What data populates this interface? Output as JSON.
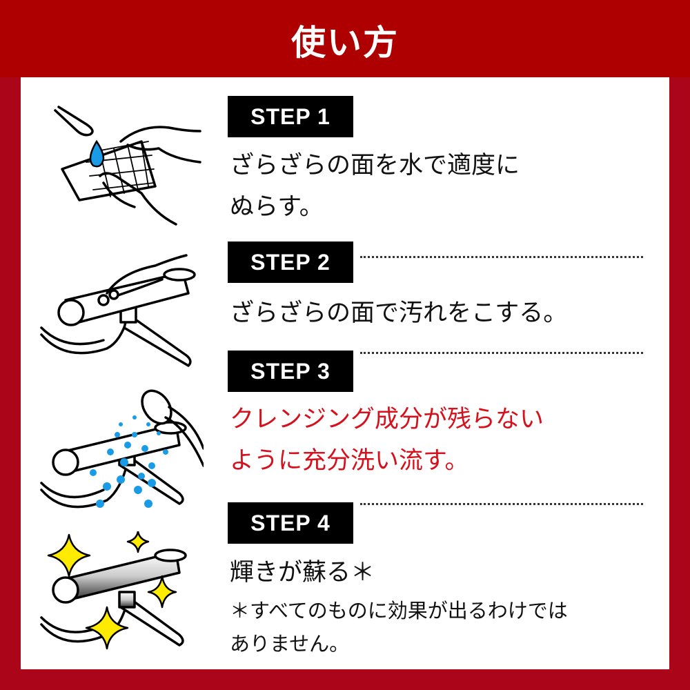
{
  "title": "使い方",
  "steps": [
    {
      "label": "STEP 1",
      "lines": [
        "ざらざらの面を水で適度に",
        "ぬらす。"
      ]
    },
    {
      "label": "STEP 2",
      "lines": [
        "ざらざらの面で汚れをこする。"
      ]
    },
    {
      "label": "STEP 3",
      "lines": [
        "クレンジング成分が残らない",
        "ように充分洗い流す。"
      ]
    },
    {
      "label": "STEP 4",
      "lines": [
        "輝きが蘇る＊"
      ],
      "note": [
        "＊すべてのものに効果が出るわけでは",
        "ありません。"
      ]
    }
  ],
  "colors": {
    "header": "#ae0000",
    "border": "#ab0519",
    "accent_text": "#d4111c",
    "water": "#1a9be6",
    "sparkle": "#ffeb00"
  }
}
